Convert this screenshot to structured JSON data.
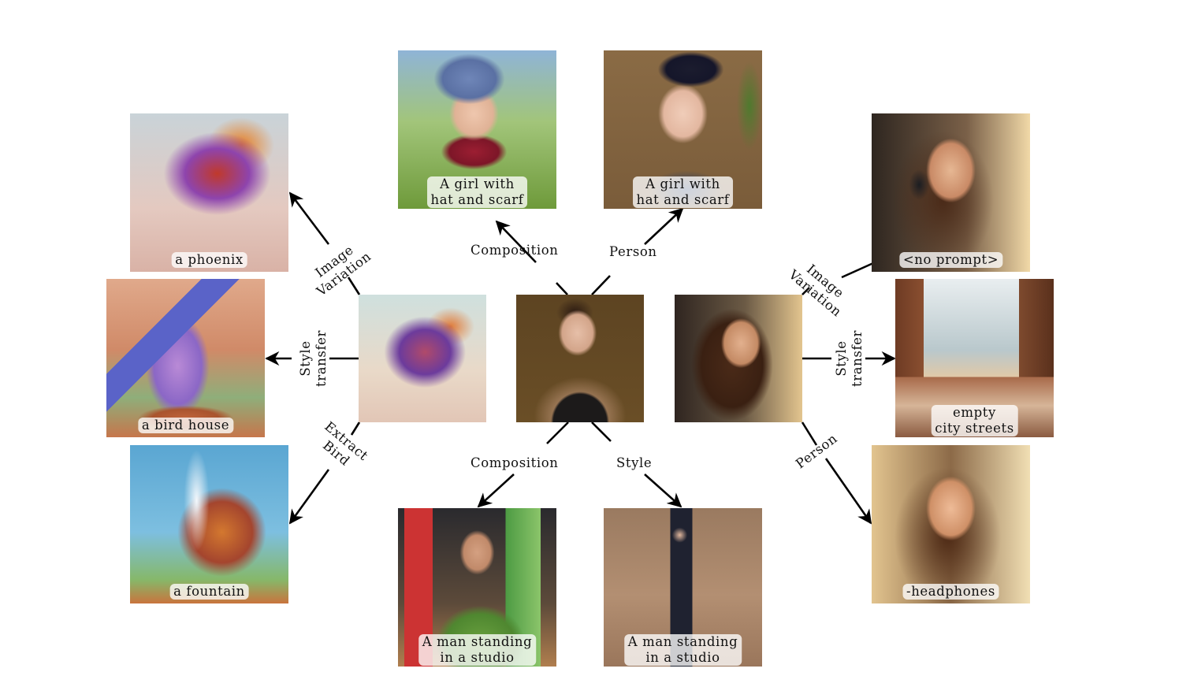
{
  "figure": {
    "description": "Image-conditioned generation diagram with source images in the middle and derived outputs around them",
    "nodes": {
      "src_girl": {
        "caption": "",
        "subject": "woman with ponytail in black tank top"
      },
      "src_bird": {
        "caption": "",
        "subject": "purple and orange phoenix-like bird"
      },
      "src_headphones": {
        "caption": "",
        "subject": "smiling woman with headphones"
      },
      "out_girl_hat_composition": {
        "caption": "A girl with\nhat and scarf"
      },
      "out_girl_hat_person": {
        "caption": "A girl with\nhat and scarf"
      },
      "out_man_composition": {
        "caption": "A man standing\nin a studio"
      },
      "out_man_style": {
        "caption": "A man standing\nin a studio"
      },
      "out_phoenix": {
        "caption": "a phoenix"
      },
      "out_birdhouse": {
        "caption": "a bird house"
      },
      "out_fountain": {
        "caption": "a fountain"
      },
      "out_noprompt": {
        "caption": "<no prompt>"
      },
      "out_city": {
        "caption": "empty\ncity streets"
      },
      "out_no_headphones": {
        "caption": "-headphones"
      }
    },
    "edges": {
      "girl_to_hat_composition": {
        "label": "Composition"
      },
      "girl_to_hat_person": {
        "label": "Person"
      },
      "girl_to_man_composition": {
        "label": "Composition"
      },
      "girl_to_man_style": {
        "label": "Style"
      },
      "bird_to_phoenix": {
        "label": "Image\nVariation"
      },
      "bird_to_birdhouse": {
        "label": "Style\ntransfer"
      },
      "bird_to_fountain": {
        "label": "Extract\nBird"
      },
      "hp_to_noprompt": {
        "label": "Image\nVariation"
      },
      "hp_to_city": {
        "label": "Style\ntransfer"
      },
      "hp_to_no_headphones": {
        "label": "Person"
      }
    },
    "colors": {
      "arrow": "#000000",
      "caption_bg": "#ffffffc8",
      "background": "#ffffff"
    }
  }
}
